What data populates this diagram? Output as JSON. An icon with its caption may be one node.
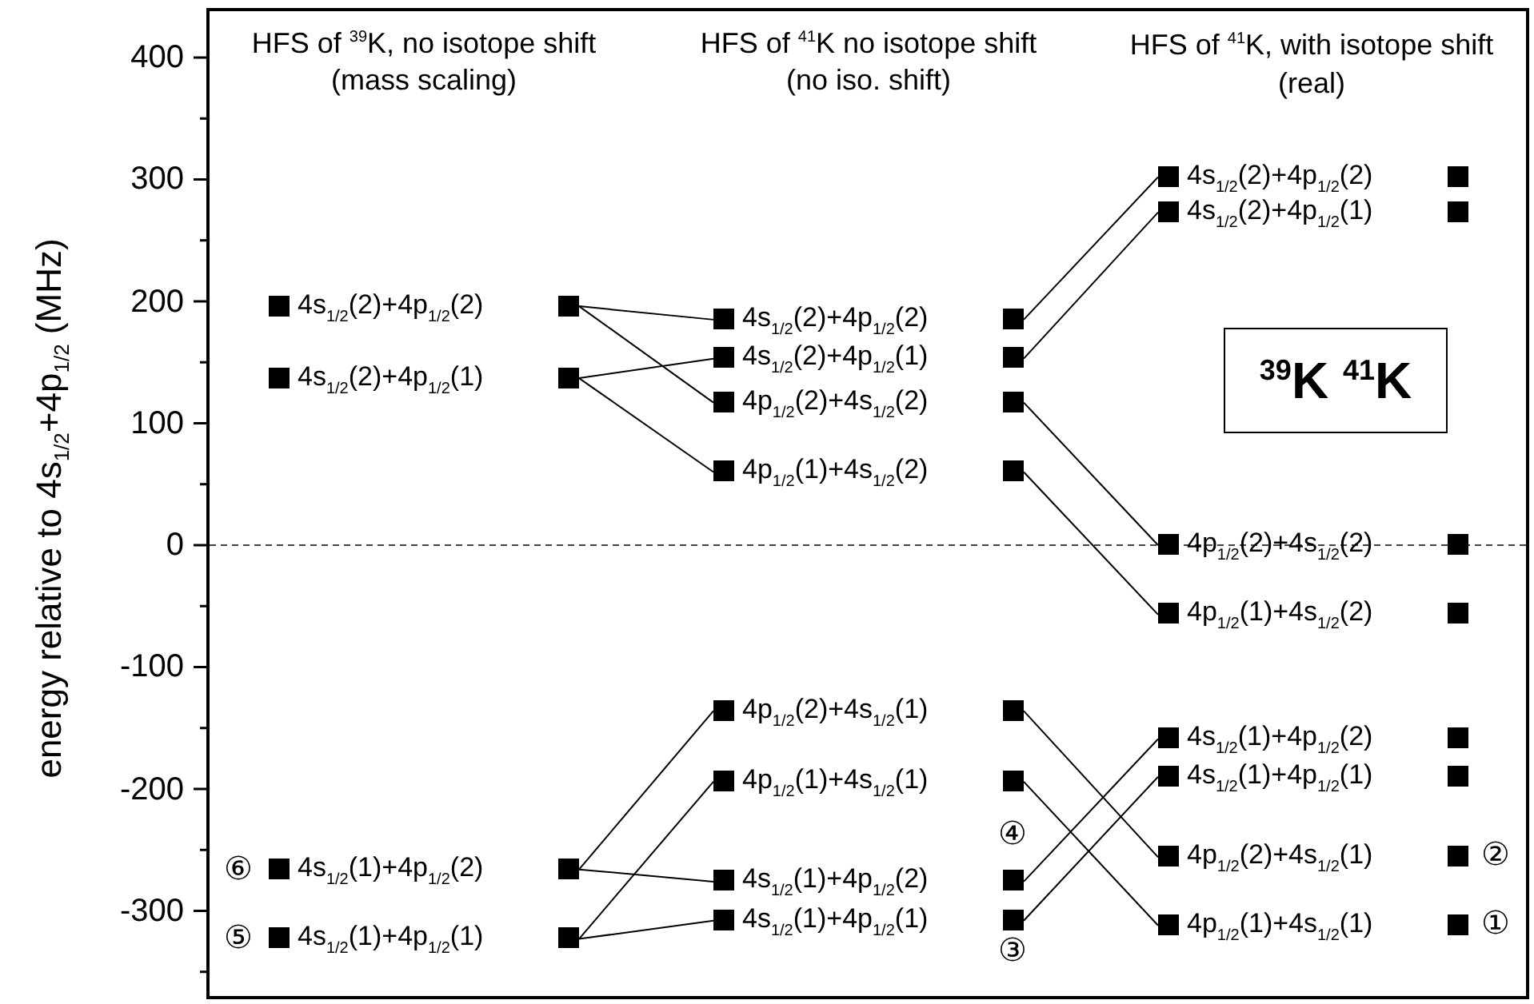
{
  "diagram": {
    "nodes": [
      {
        "text": [
          "4s$_{1/2}$(2)+4p$_{1/2}$(2)"
        ]
      },
      {
        "text": [
          "4s$_{1/2}$(2)+4p$_{1/2}$(1)"
        ]
      },
      {
        "text": [
          "4s$_{1/2}$(1)+4p$_{1/2}$(2)"
        ],
        "beside": [
          "⑥"
        ]
      },
      {
        "text": [
          "4s$_{1/2}$(1)+4p$_{1/2}$(1)"
        ],
        "beside": [
          "⑤"
        ]
      },
      {
        "text": [
          "4s$_{1/2}$(2)+4p$_{1/2}$(2)"
        ]
      },
      {
        "text": [
          "4s$_{1/2}$(2)+4p$_{1/2}$(1)"
        ]
      },
      {
        "text": [
          "4p$_{1/2}$(2)+4s$_{1/2}$(2)"
        ]
      },
      {
        "text": [
          "4p$_{1/2}$(1)+4s$_{1/2}$(2)"
        ]
      },
      {
        "text": [
          "4p$_{1/2}$(2)+4s$_{1/2}$(1)"
        ]
      },
      {
        "text": [
          "4p$_{1/2}$(1)+4s$_{1/2}$(1)"
        ]
      },
      {
        "text": [
          "4s$_{1/2}$(1)+4p$_{1/2}$(2)"
        ],
        "beside": [
          "④"
        ]
      },
      {
        "text": [
          "4s$_{1/2}$(1)+4p$_{1/2}$(1)"
        ],
        "beside": [
          "③"
        ]
      },
      {
        "text": [
          "4s$_{1/2}$(2)+4p$_{1/2}$(2)"
        ]
      },
      {
        "text": [
          "4s$_{1/2}$(2)+4p$_{1/2}$(1)"
        ]
      },
      {
        "text": [
          "4p$_{1/2}$(2)+4s$_{1/2}$(2)"
        ]
      },
      {
        "text": [
          "4p$_{1/2}$(1)+4s$_{1/2}$(2)"
        ]
      },
      {
        "text": [
          "4s$_{1/2}$(1)+4p$_{1/2}$(2)"
        ]
      },
      {
        "text": [
          "4s$_{1/2}$(1)+4p$_{1/2}$(1)"
        ]
      },
      {
        "text": [
          "4p$_{1/2}$(2)+4s$_{1/2}$(1)"
        ],
        "beside": [
          "②"
        ]
      },
      {
        "text": [
          "4p$_{1/2}$(1)+4s$_{1/2}$(1)"
        ],
        "beside": [
          "①"
        ]
      },
      {
        "text": [
          "$^{39}$K $^{41}$K"
        ]
      }
    ],
    "edges": [
      {
        "from": 0,
        "to": 4,
        "arrow": "none"
      },
      {
        "from": 0,
        "to": 6,
        "arrow": "none"
      },
      {
        "from": 1,
        "to": 5,
        "arrow": "none"
      },
      {
        "from": 1,
        "to": 7,
        "arrow": "none"
      },
      {
        "from": 2,
        "to": 8,
        "arrow": "none"
      },
      {
        "from": 2,
        "to": 10,
        "arrow": "none"
      },
      {
        "from": 3,
        "to": 9,
        "arrow": "none"
      },
      {
        "from": 3,
        "to": 11,
        "arrow": "none"
      },
      {
        "from": 4,
        "to": 12,
        "arrow": "none"
      },
      {
        "from": 5,
        "to": 13,
        "arrow": "none"
      },
      {
        "from": 6,
        "to": 14,
        "arrow": "none"
      },
      {
        "from": 7,
        "to": 15,
        "arrow": "none"
      },
      {
        "from": 8,
        "to": 18,
        "arrow": "none"
      },
      {
        "from": 9,
        "to": 19,
        "arrow": "none"
      },
      {
        "from": 10,
        "to": 16,
        "arrow": "none"
      },
      {
        "from": 11,
        "to": 17,
        "arrow": "none"
      }
    ],
    "labels": [
      "HFS of $^{39}$K, no isotope shift (mass scaling)",
      "HFS of $^{41}$K no isotope shift (no iso. shift)",
      "HFS of $^{41}$K, with isotope shift (real)",
      "400",
      "300",
      "200",
      "100",
      "0",
      "-100",
      "-200",
      "-300",
      "energy relative to 4s$_{1/2}$+4p$_{1/2}$ (MHz)"
    ]
  }
}
